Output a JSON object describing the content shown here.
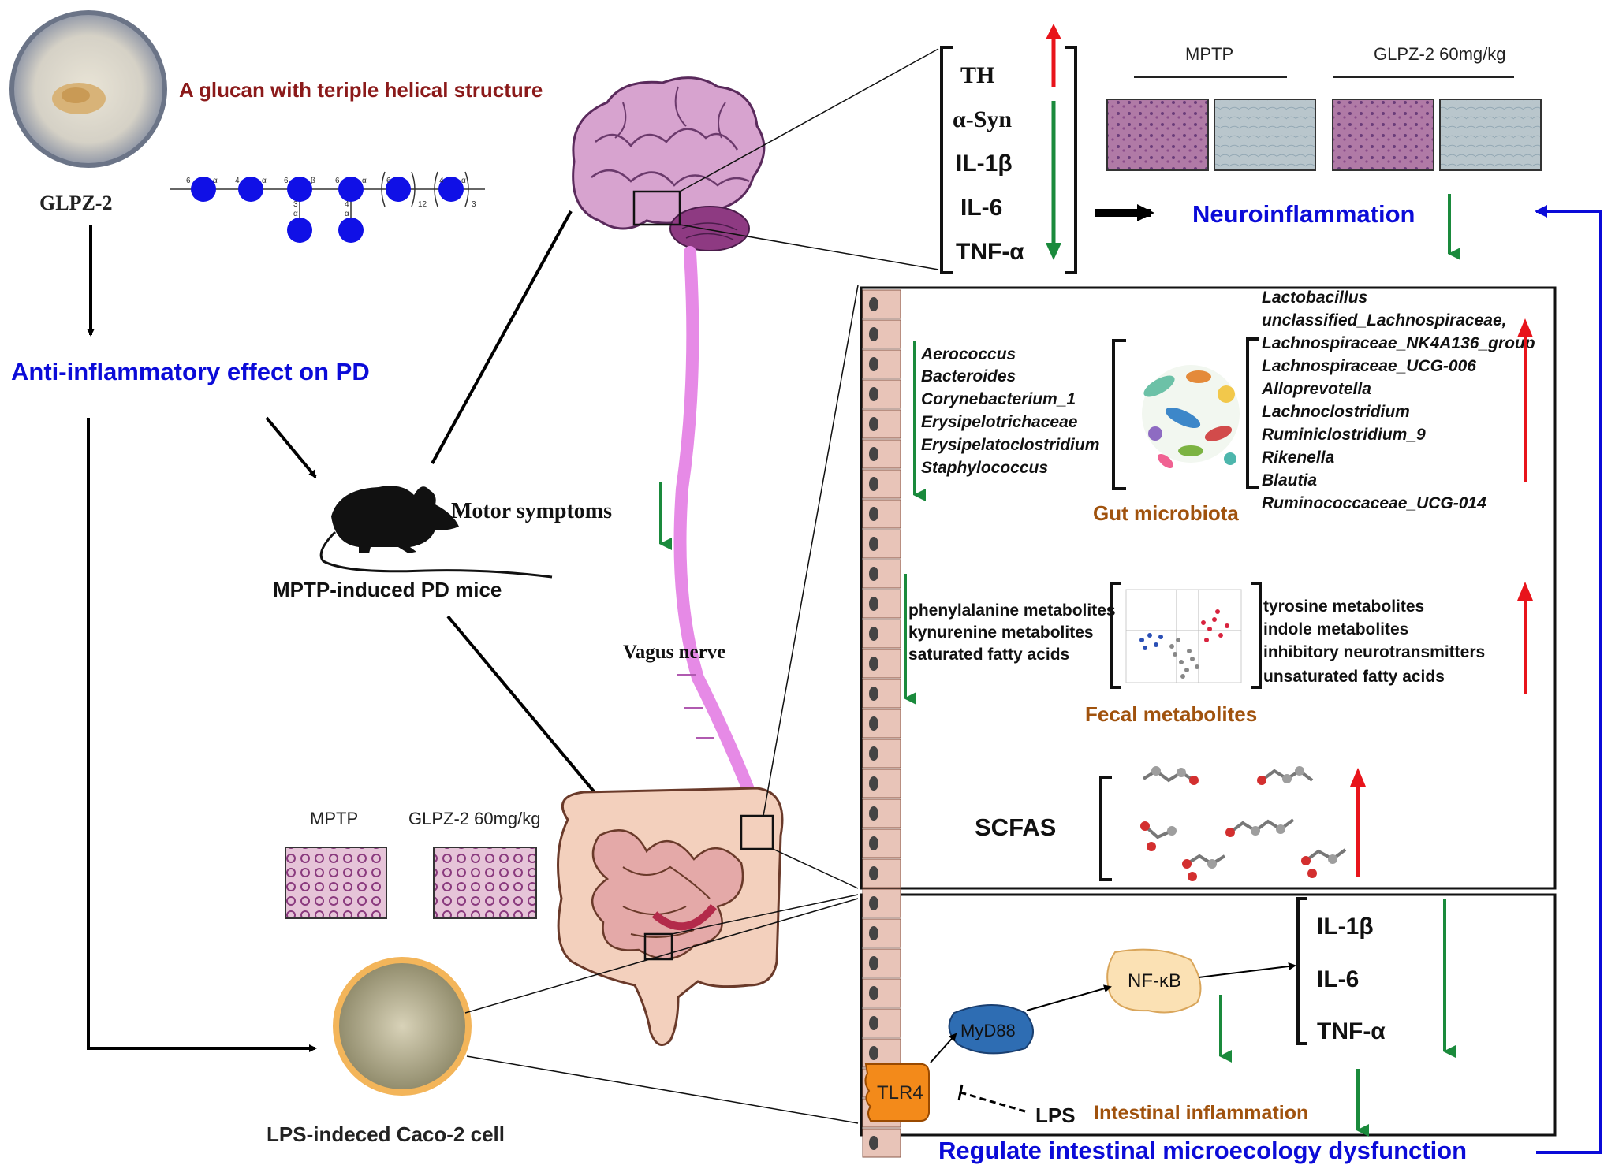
{
  "compound": {
    "title": "A glucan with teriple helical structure",
    "name": "GLPZ-2",
    "chain": {
      "link_labels": [
        "6",
        "α",
        "4",
        "α",
        "6",
        "β",
        "6",
        "α",
        "6",
        "4",
        "α"
      ],
      "branch_labels": [
        "3",
        "α",
        "4",
        "α"
      ],
      "repeats": [
        "12",
        "3"
      ]
    }
  },
  "left_flow": {
    "effect": "Anti-inflammatory effect on PD",
    "mouse_label": "MPTP-induced PD mice",
    "motor": "Motor symptoms",
    "cell_label": "LPS-indeced Caco-2 cell",
    "vagus": "Vagus nerve"
  },
  "histology": {
    "brain_groups": [
      "MPTP",
      "GLPZ-2 60mg/kg"
    ],
    "gut_groups": [
      "MPTP",
      "GLPZ-2 60mg/kg"
    ]
  },
  "brain_markers": {
    "up": [
      "TH"
    ],
    "down": [
      "α-Syn",
      "IL-1β",
      "IL-6",
      "TNF-α"
    ],
    "outcome": "Neuroinflammation"
  },
  "gut_microbiota": {
    "decreased": [
      "Aerococcus",
      "Bacteroides",
      "Corynebacterium_1",
      "Erysipelotrichaceae",
      "Erysipelatoclostridium",
      "Staphylococcus"
    ],
    "increased": [
      "Lactobacillus",
      "unclassified_Lachnospiraceae,",
      "Lachnospiraceae_NK4A136_group",
      "Lachnospiraceae_UCG-006",
      "Alloprevotella",
      "Lachnoclostridium",
      "Ruminiclostridium_9",
      "Rikenella",
      "Blautia",
      "Ruminococcaceae_UCG-014"
    ],
    "label": "Gut microbiota"
  },
  "fecal_metabolites": {
    "decreased": [
      "phenylalanine metabolites",
      "kynurenine metabolites",
      "saturated fatty acids"
    ],
    "increased": [
      "tyrosine metabolites",
      "indole metabolites",
      "inhibitory neurotransmitters",
      "unsaturated fatty acids"
    ],
    "label": "Fecal metabolites"
  },
  "scfas": {
    "label": "SCFAS"
  },
  "pathway": {
    "tlr4": "TLR4",
    "myd88": "MyD88",
    "nfkb": "NF-κB",
    "lps": "LPS",
    "cytokines": [
      "IL-1β",
      "IL-6",
      "TNF-α"
    ],
    "outcome": "Intestinal inflammation",
    "summary": "Regulate intestinal microecology dysfunction"
  },
  "colors": {
    "up": "#e8141b",
    "down": "#1a8a3c",
    "blue": "#0b0bd8",
    "dark_red": "#8b1a1a",
    "brown": "#a0520d"
  }
}
